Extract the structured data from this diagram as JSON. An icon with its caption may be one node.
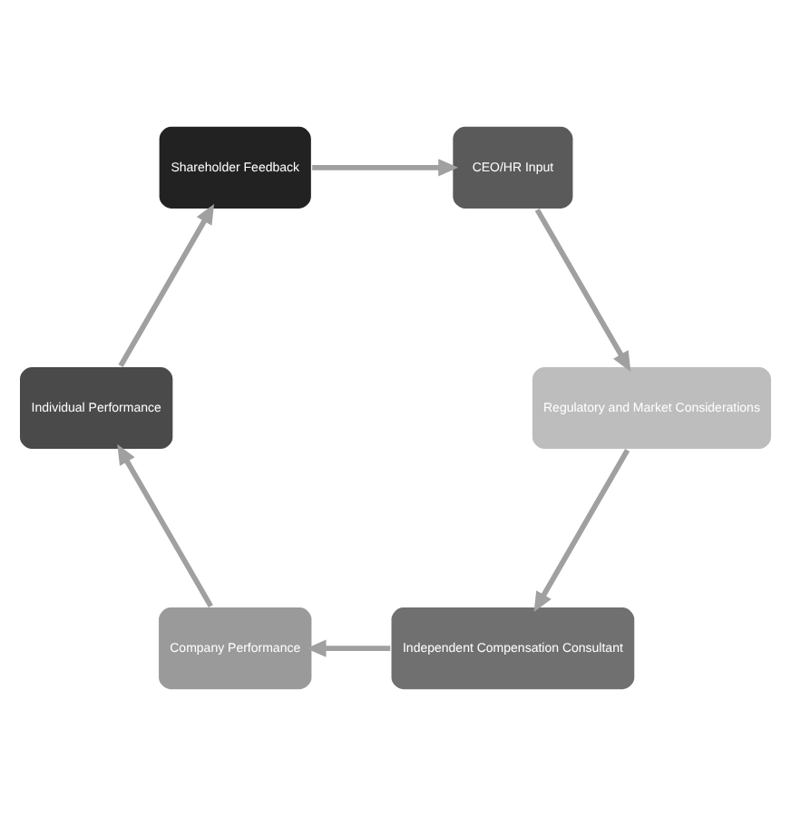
{
  "diagram": {
    "nodes": [
      {
        "text": [
          "Independent Compensation Consultant"
        ]
      },
      {
        "text": [
          "Company Performance"
        ]
      },
      {
        "text": [
          "Individual Performance"
        ]
      },
      {
        "text": [
          "Shareholder Feedback"
        ]
      },
      {
        "text": [
          "CEO/HR Input"
        ]
      },
      {
        "text": [
          "Regulatory and Market Considerations"
        ]
      }
    ],
    "edges": [
      {
        "from": 0,
        "to": 1,
        "arrow": "to"
      },
      {
        "from": 1,
        "to": 2,
        "arrow": "to"
      },
      {
        "from": 2,
        "to": 3,
        "arrow": "to"
      },
      {
        "from": 3,
        "to": 4,
        "arrow": "to"
      },
      {
        "from": 4,
        "to": 5,
        "arrow": "to"
      },
      {
        "from": 5,
        "to": 0,
        "arrow": "to"
      }
    ]
  }
}
